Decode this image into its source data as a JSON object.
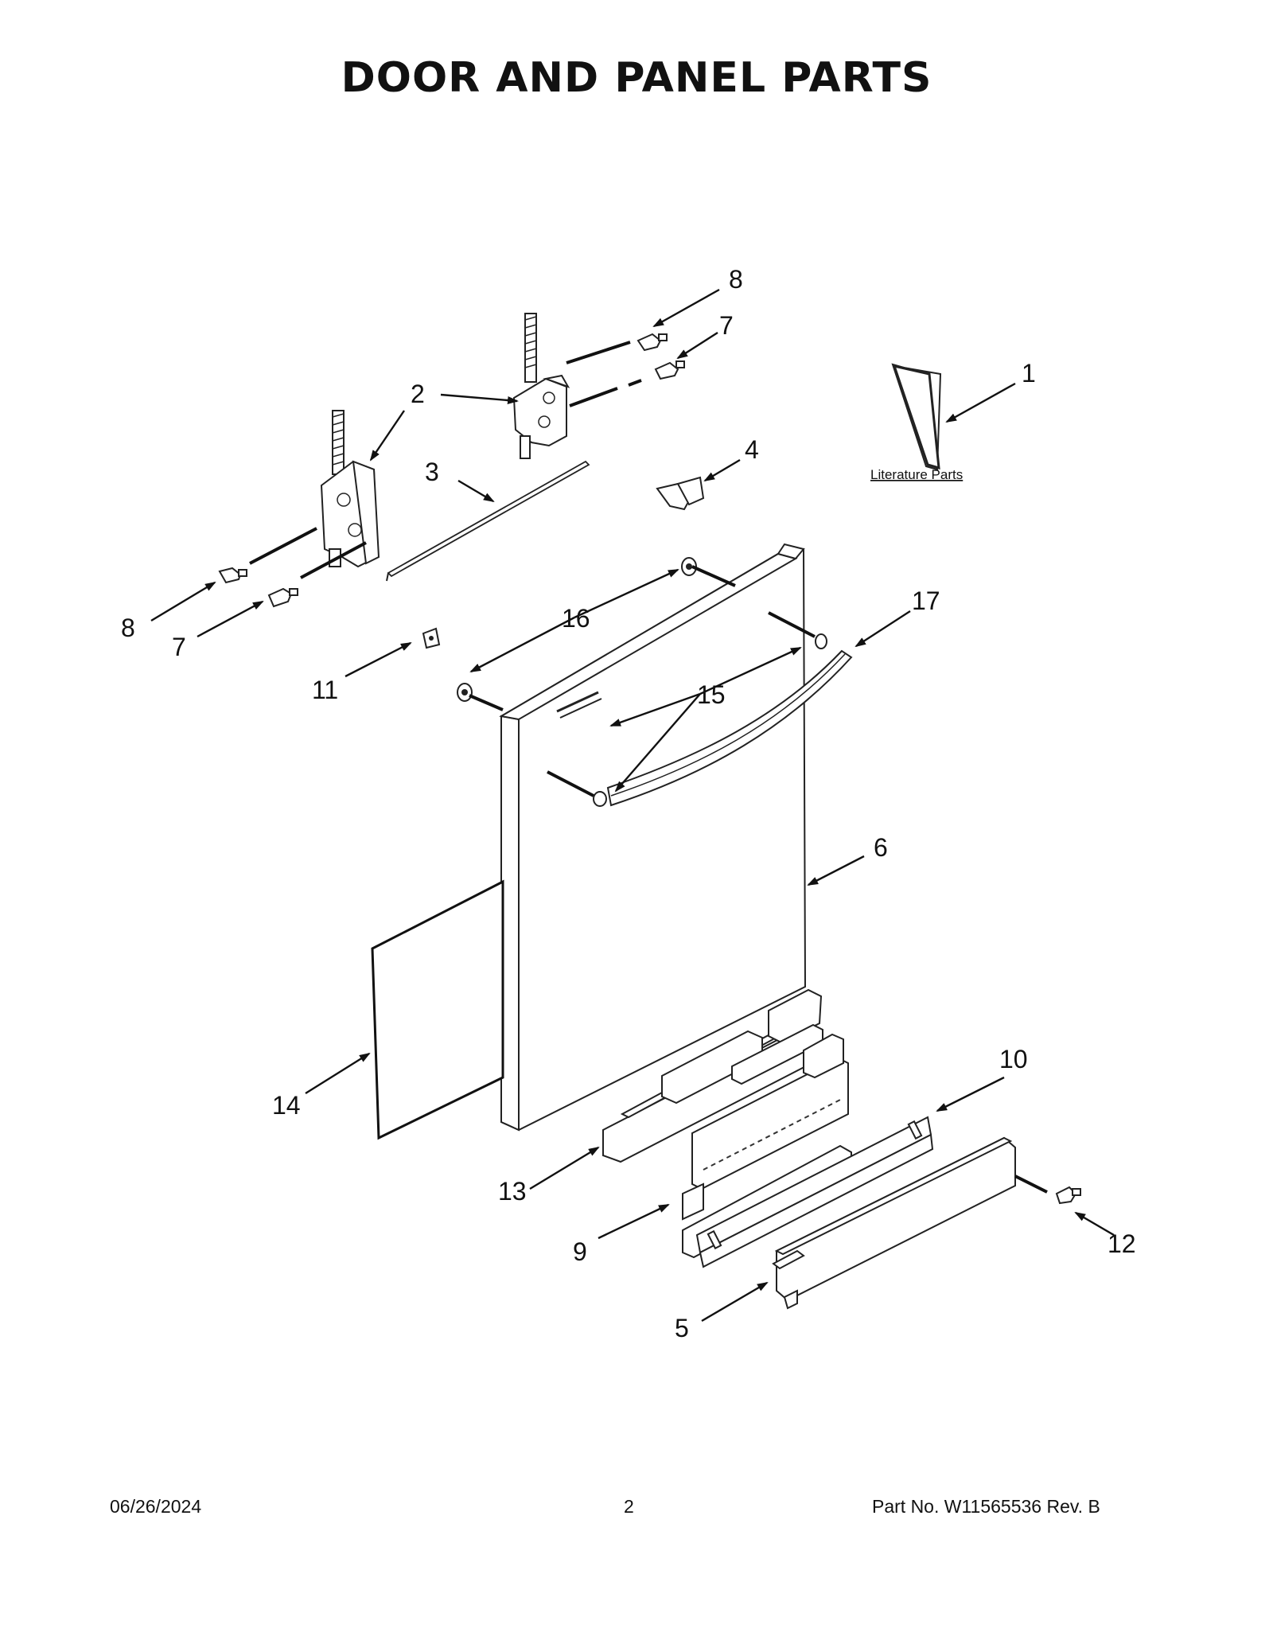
{
  "title": "DOOR AND PANEL PARTS",
  "literature_label": "Literature Parts",
  "callouts": [
    "1",
    "2",
    "3",
    "4",
    "5",
    "6",
    "7",
    "7",
    "8",
    "8",
    "9",
    "10",
    "11",
    "12",
    "13",
    "14",
    "15",
    "16",
    "17"
  ],
  "footer": {
    "date": "06/26/2024",
    "page": "2",
    "part": "Part No.  W11565536  Rev.  B"
  }
}
